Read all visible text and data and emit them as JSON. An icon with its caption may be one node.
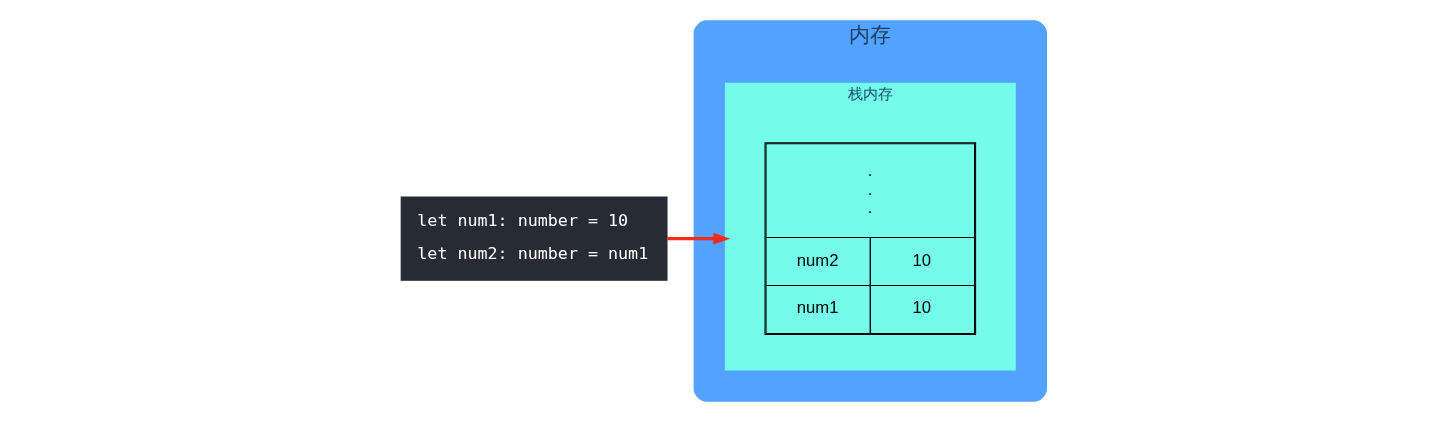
{
  "diagram": {
    "nodes": [
      {
        "text": [
          "内存"
        ]
      },
      {
        "text": [
          "栈内存"
        ],
        "in": 0
      },
      {
        "text": [
          "let num1: number = 10",
          "let num2: number = num1"
        ]
      }
    ],
    "edges": [
      {
        "from": 2,
        "to": 1,
        "arrow": "to",
        "color": "#f22b1a"
      }
    ],
    "labels": [
      ".",
      ".",
      ".",
      "num2",
      "10",
      "num1",
      "10"
    ]
  }
}
